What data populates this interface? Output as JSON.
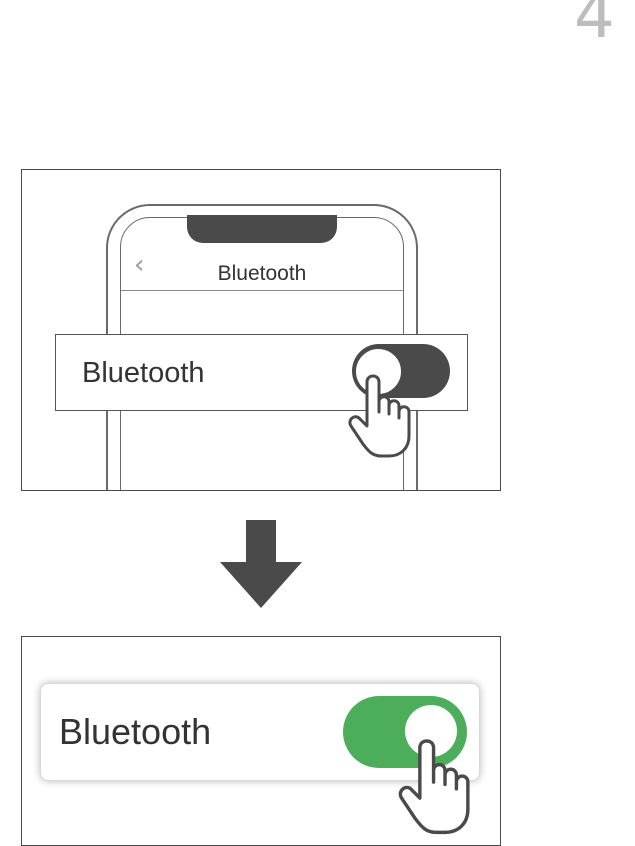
{
  "step": {
    "number": "4"
  },
  "before": {
    "phone_screen_title": "Bluetooth",
    "back_icon": "chevron-left-icon",
    "setting_label": "Bluetooth",
    "toggle_state": "off",
    "toggle_color": "#4a4a4a"
  },
  "after": {
    "setting_label": "Bluetooth",
    "toggle_state": "on",
    "toggle_color": "#4cae5a"
  },
  "transition_icon": "down-arrow-icon",
  "pointer_icon": "tapping-hand-icon"
}
